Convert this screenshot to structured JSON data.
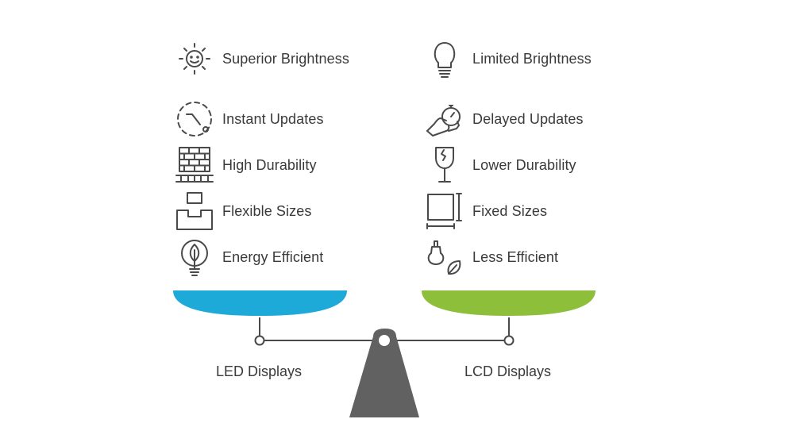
{
  "left": {
    "label": "LED Displays",
    "color": "#1eaad9",
    "items": [
      {
        "icon": "sun-icon",
        "text": "Superior Brightness"
      },
      {
        "icon": "dashed-timer-icon",
        "text": "Instant Updates"
      },
      {
        "icon": "brick-wall-icon",
        "text": "High Durability"
      },
      {
        "icon": "flexible-boxes-icon",
        "text": "Flexible Sizes"
      },
      {
        "icon": "leaf-bulb-icon",
        "text": "Energy Efficient"
      }
    ]
  },
  "right": {
    "label": "LCD Displays",
    "color": "#8dbf3a",
    "items": [
      {
        "icon": "light-bulb-icon",
        "text": "Limited Brightness"
      },
      {
        "icon": "hand-stopwatch-icon",
        "text": "Delayed Updates"
      },
      {
        "icon": "cracked-glass-icon",
        "text": "Lower Durability"
      },
      {
        "icon": "fixed-square-icon",
        "text": "Fixed Sizes"
      },
      {
        "icon": "bulb-leaf-icon",
        "text": "Less Efficient"
      }
    ]
  },
  "scale_color": "#616161"
}
